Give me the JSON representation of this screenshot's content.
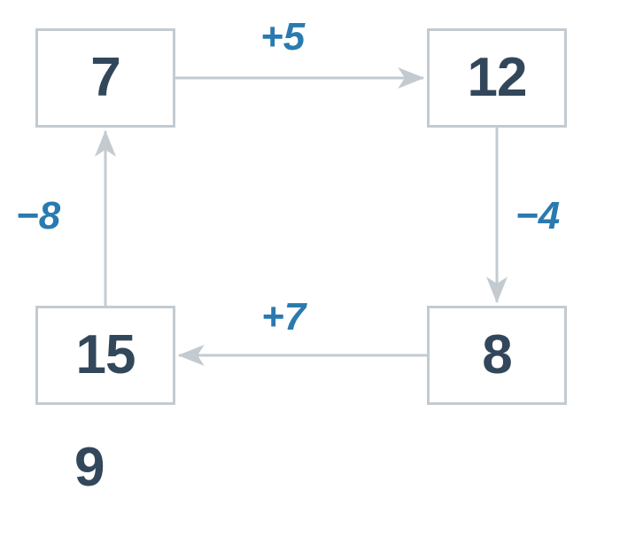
{
  "diagram": {
    "type": "cycle-graph",
    "title": "",
    "colors": {
      "node_border": "#c3cbd1",
      "node_text": "#33475b",
      "edge_line": "#c3cbd1",
      "edge_label": "#2a7ab0",
      "background": "#ffffff"
    },
    "nodes": [
      {
        "id": "n7",
        "value": "7",
        "position": "top-left"
      },
      {
        "id": "n12",
        "value": "12",
        "position": "top-right"
      },
      {
        "id": "n8",
        "value": "8",
        "position": "bottom-right"
      },
      {
        "id": "n15",
        "value": "15",
        "position": "bottom-left"
      }
    ],
    "edges": [
      {
        "id": "e1",
        "from": "n7",
        "to": "n12",
        "label": "+5",
        "direction": "right"
      },
      {
        "id": "e2",
        "from": "n12",
        "to": "n8",
        "label": "−4",
        "direction": "down"
      },
      {
        "id": "e3",
        "from": "n8",
        "to": "n15",
        "label": "+7",
        "direction": "left"
      },
      {
        "id": "e4",
        "from": "n15",
        "to": "n7",
        "label": "−8",
        "direction": "up"
      }
    ],
    "loose_value": "9"
  }
}
